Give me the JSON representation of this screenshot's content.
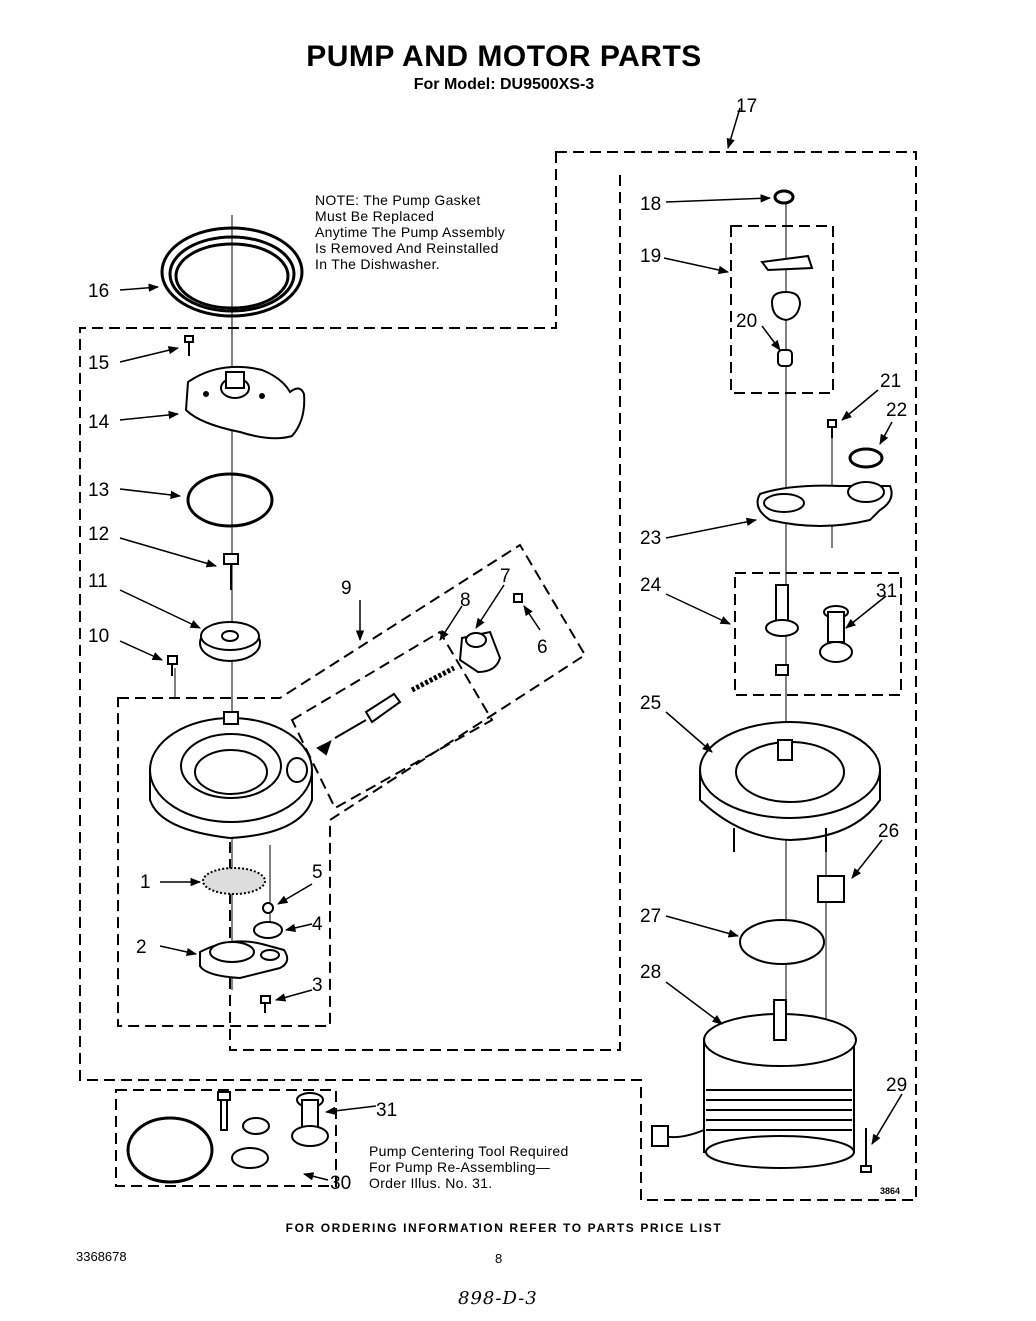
{
  "title": "PUMP AND MOTOR PARTS",
  "subtitle": "For Model: DU9500XS-3",
  "note": "NOTE: The Pump Gasket\nMust Be Replaced\nAnytime The Pump Assembly\nIs Removed And Reinstalled\nIn The Dishwasher.",
  "tool_note": "Pump Centering Tool Required\nFor Pump Re-Assembling—\nOrder Illus. No. 31.",
  "footer": "FOR ORDERING INFORMATION REFER TO PARTS PRICE LIST",
  "doc_number": "3368678",
  "page_number": "8",
  "handwritten_mark": "898-D-3",
  "figure_id": "3864",
  "callouts": {
    "c1": "1",
    "c2": "2",
    "c3": "3",
    "c4": "4",
    "c5": "5",
    "c6": "6",
    "c7": "7",
    "c8": "8",
    "c9": "9",
    "c10": "10",
    "c11": "11",
    "c12": "12",
    "c13": "13",
    "c14": "14",
    "c15": "15",
    "c16": "16",
    "c17": "17",
    "c18": "18",
    "c19": "19",
    "c20": "20",
    "c21": "21",
    "c22": "22",
    "c23": "23",
    "c24": "24",
    "c25": "25",
    "c26": "26",
    "c27": "27",
    "c28": "28",
    "c29": "29",
    "c30": "30",
    "c31a": "31",
    "c31b": "31"
  }
}
